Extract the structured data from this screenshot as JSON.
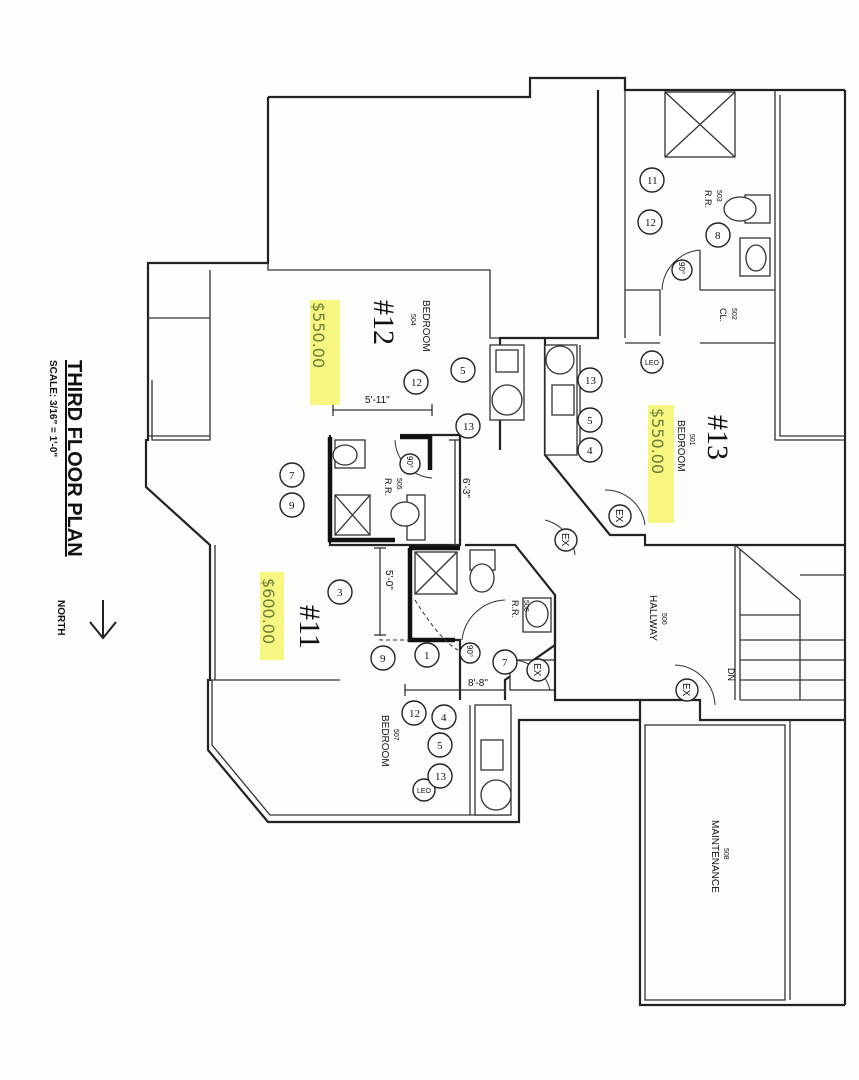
{
  "plan": {
    "title": "THIRD FLOOR PLAN",
    "scale": "SCALE: 3/16\" = 1'-0\"",
    "north": "NORTH",
    "units": [
      {
        "id": "12",
        "label": "#12",
        "room": "BEDROOM",
        "room_no": "504",
        "price": "$550.00"
      },
      {
        "id": "13",
        "label": "#13",
        "room": "BEDROOM",
        "room_no": "501",
        "price": "$550.00"
      },
      {
        "id": "11",
        "label": "#11",
        "room": "BEDROOM",
        "room_no": "507",
        "price": "$600.00"
      }
    ],
    "rooms": {
      "rr_top": {
        "label": "R.R.",
        "no": "503"
      },
      "closet": {
        "label": "CL.",
        "no": "502"
      },
      "rr_mid": {
        "label": "R.R.",
        "no": "505"
      },
      "rr_low": {
        "label": "R.R.",
        "no": "506"
      },
      "hallway": {
        "label": "HALLWAY",
        "no": "500"
      },
      "maintenance": {
        "label": "MAINTENANCE",
        "no": "508"
      }
    },
    "dims": {
      "d1": "5'-11\"",
      "d2": "6'-3\"",
      "d3": "5'-0\"",
      "d4": "8'-8\""
    },
    "door_angle": "90°",
    "exit": "EX",
    "down": "DN",
    "unit_mark": "LEO",
    "bubbles": {
      "b11": "11",
      "b12": "12",
      "b8": "8",
      "b5": "5",
      "b13": "13",
      "b4": "4",
      "b7": "7",
      "b9": "9",
      "b3": "3",
      "b1": "1"
    }
  }
}
